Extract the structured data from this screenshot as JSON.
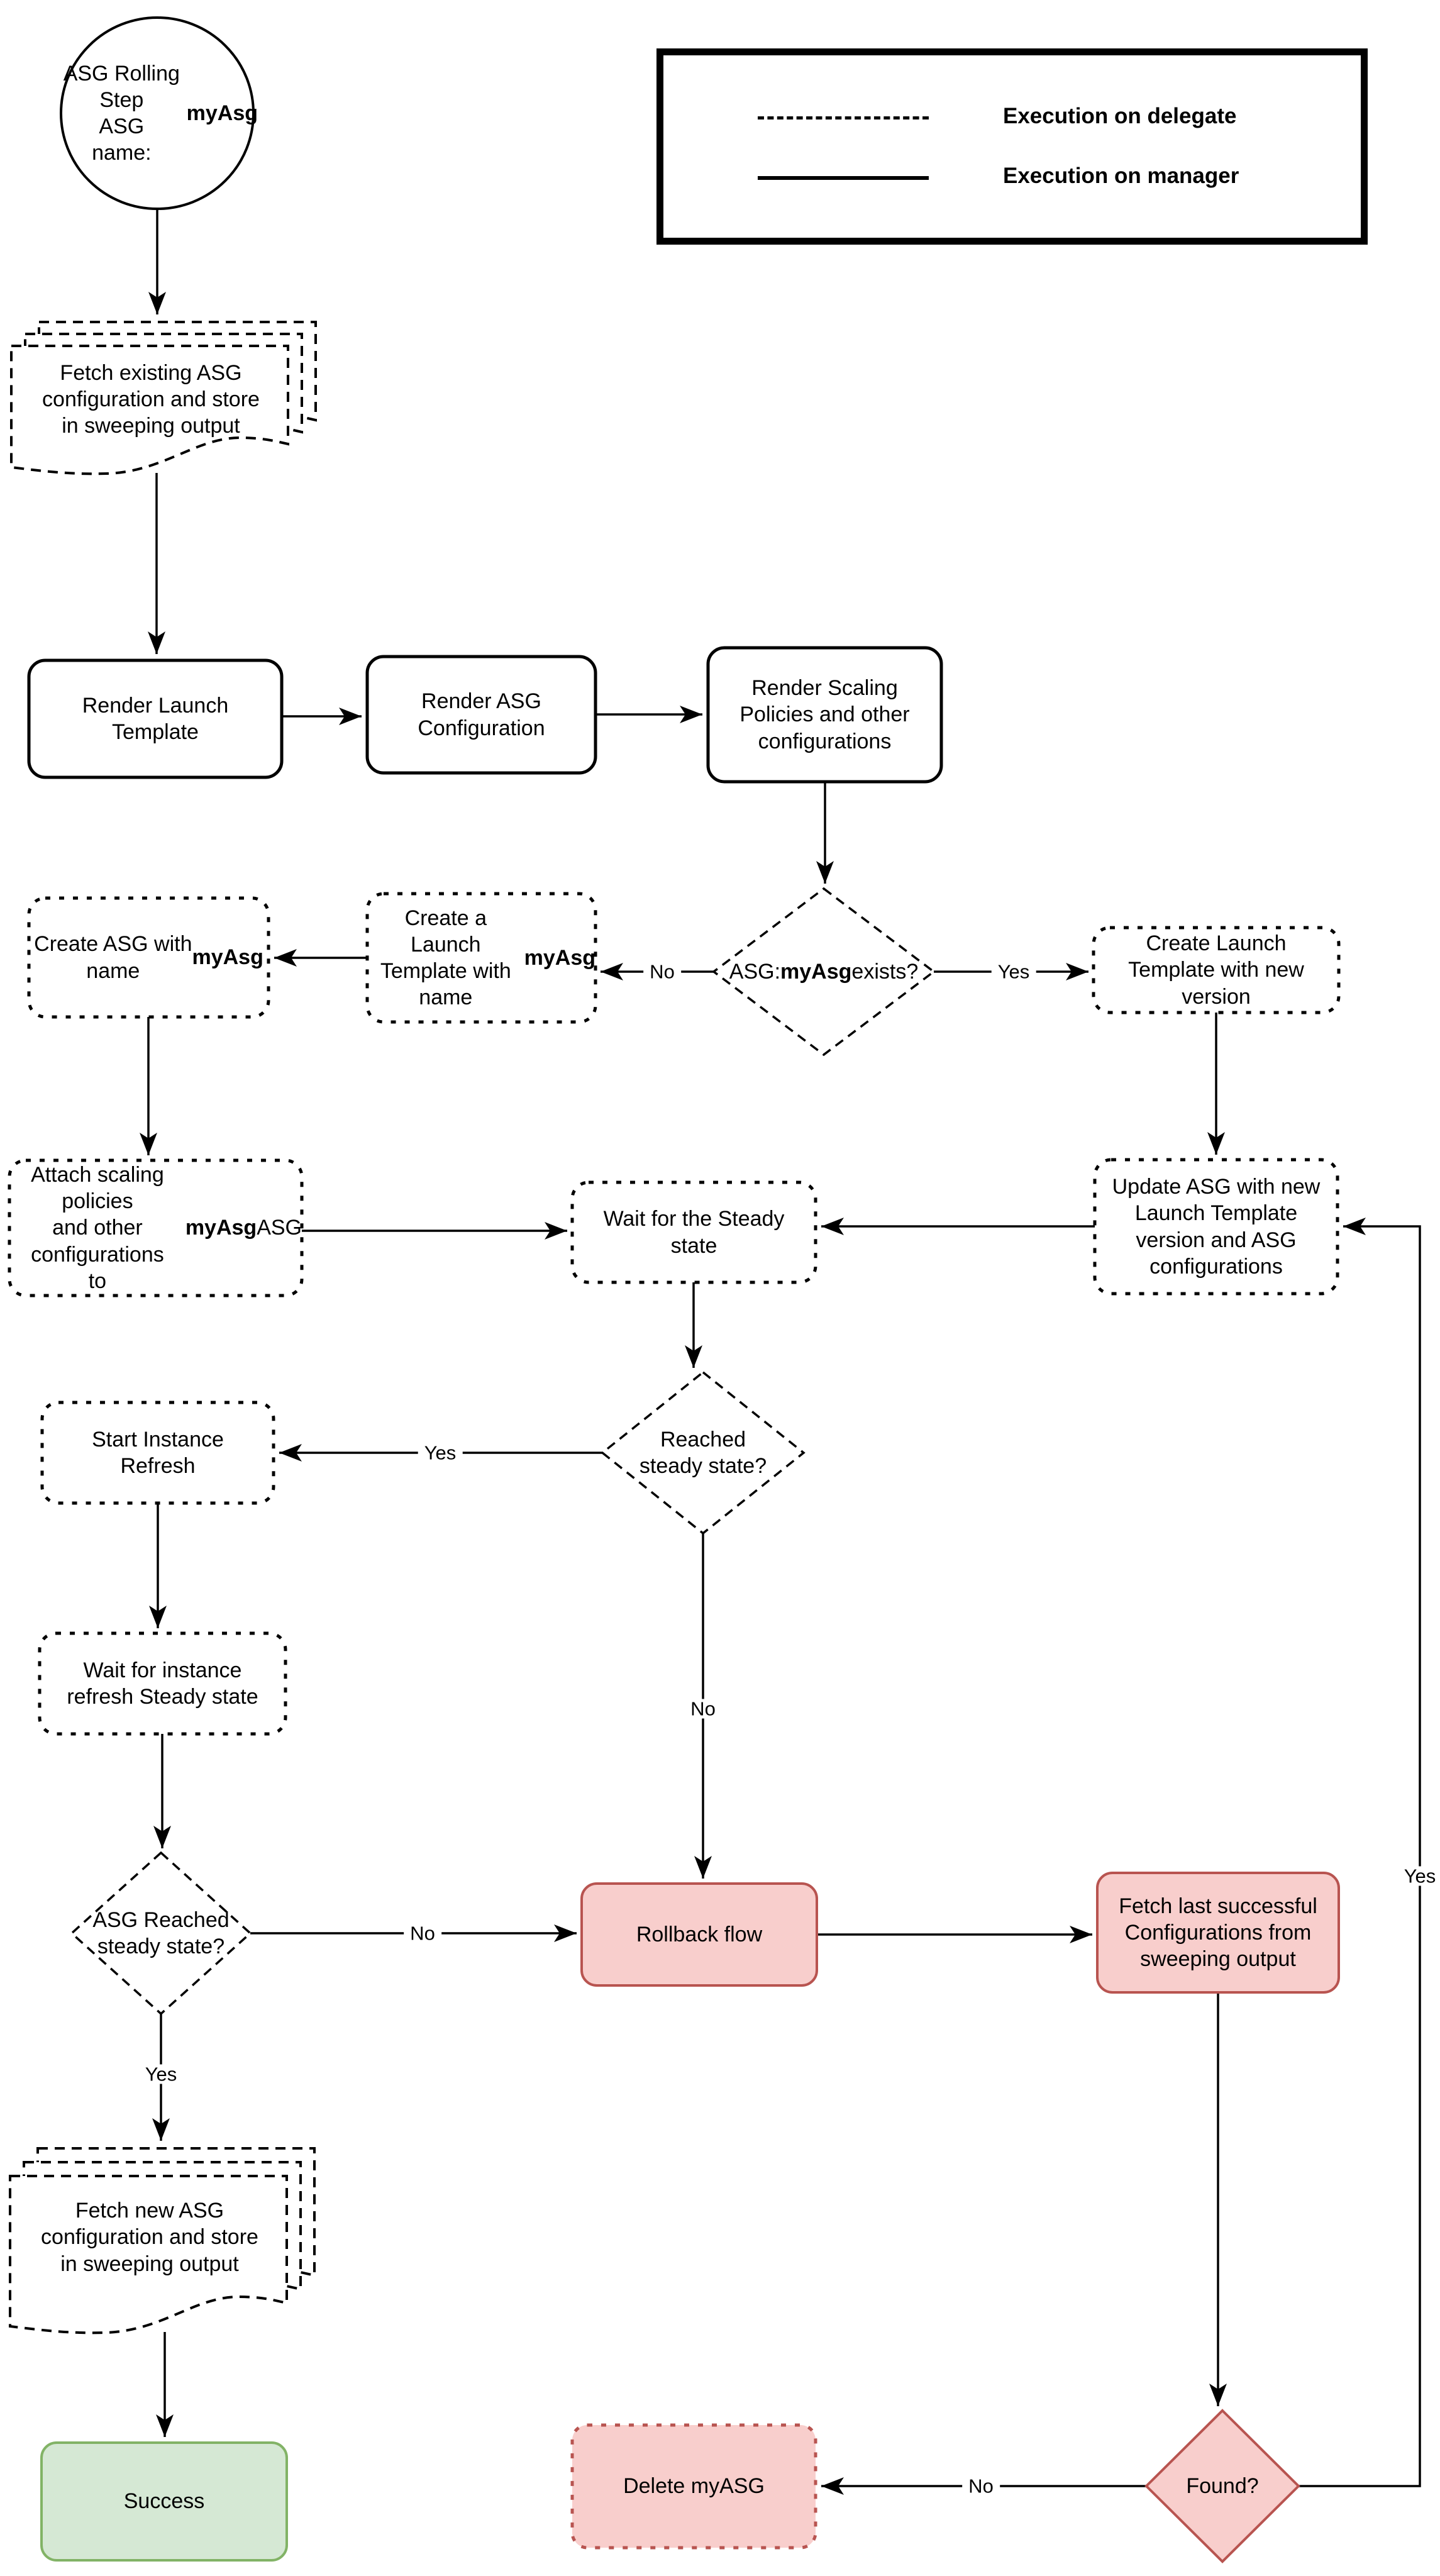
{
  "title": "ASG Rolling Step execution flowchart",
  "colors": {
    "background": "#ffffff",
    "line": "#000000",
    "error_fill": "#F8CECC",
    "error_stroke": "#B85450",
    "success_fill": "#D5E8D4",
    "success_stroke": "#82B366"
  },
  "legend": {
    "items": [
      {
        "line_style": "dashed",
        "label": "Execution on delegate"
      },
      {
        "line_style": "solid",
        "label": "Execution on manager"
      }
    ]
  },
  "nodes": {
    "start": {
      "label": "ASG Rolling Step\nASG\nname: **myAsg**",
      "shape": "circle"
    },
    "fetch_existing": {
      "label": "Fetch existing ASG\nconfiguration and store\nin sweeping output",
      "shape": "multi-document"
    },
    "render_lt": {
      "label": "Render Launch\nTemplate",
      "shape": "rect"
    },
    "render_asg": {
      "label": "Render ASG\nConfiguration",
      "shape": "rect"
    },
    "render_scaling": {
      "label": "Render Scaling\nPolicies and other\nconfigurations",
      "shape": "rect"
    },
    "asg_exists": {
      "label": "ASG:\n**myAsg** exists?",
      "shape": "diamond"
    },
    "create_lt_myasg": {
      "label": "Create a Launch\nTemplate with\nname **myAsg**",
      "shape": "rect-dashed"
    },
    "create_asg": {
      "label": "Create ASG with\nname **myAsg**",
      "shape": "rect-dashed"
    },
    "create_lt_new": {
      "label": "Create Launch\nTemplate with new\nversion",
      "shape": "rect-dashed"
    },
    "attach": {
      "label": "Attach scaling policies\nand other configurations\nto **myAsg** ASG",
      "shape": "rect-dashed"
    },
    "wait_steady": {
      "label": "Wait for the Steady\nstate",
      "shape": "rect-dashed"
    },
    "update_asg": {
      "label": "Update ASG with new\nLaunch Template\nversion and ASG\nconfigurations",
      "shape": "rect-dashed"
    },
    "reached_steady": {
      "label": "Reached\nsteady state?",
      "shape": "diamond"
    },
    "start_refresh": {
      "label": "Start Instance\nRefresh",
      "shape": "rect-dashed"
    },
    "wait_refresh": {
      "label": "Wait for instance\nrefresh Steady state",
      "shape": "rect-dashed"
    },
    "asg_reached": {
      "label": "ASG Reached\nsteady state?",
      "shape": "diamond"
    },
    "rollback": {
      "label": "Rollback flow",
      "shape": "rect-pink"
    },
    "fetch_last": {
      "label": "Fetch last successful\nConfigurations from\nsweeping output",
      "shape": "rect-pink"
    },
    "fetch_new": {
      "label": "Fetch new ASG\nconfiguration and store\nin sweeping output",
      "shape": "multi-document"
    },
    "success": {
      "label": "Success",
      "shape": "rect-green"
    },
    "delete_myasg": {
      "label": "Delete myASG",
      "shape": "rect-pink-dashed"
    },
    "found": {
      "label": "Found?",
      "shape": "diamond-pink"
    }
  },
  "edge_labels": {
    "exists_no": "No",
    "exists_yes": "Yes",
    "reached_yes": "Yes",
    "reached_no": "No",
    "asg_reached_no": "No",
    "asg_reached_yes": "Yes",
    "found_yes": "Yes",
    "found_no": "No"
  }
}
